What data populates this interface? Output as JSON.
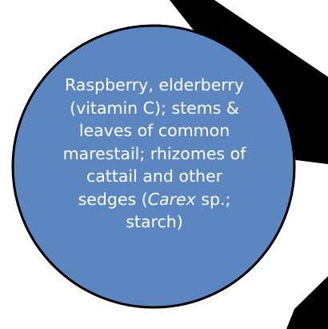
{
  "colors": {
    "circle_fill": "#5b86c0",
    "circle_stroke": "#000000",
    "arrow": "#000000",
    "text": "#ffffff",
    "background": "#ffffff"
  },
  "circle": {
    "lines": [
      "Raspberry, elderberry",
      "(vitamin C); stems &",
      "leaves of common",
      "marestail; rhizomes of",
      "cattail and other"
    ],
    "line6": {
      "before": "sedges (",
      "italic": "Carex",
      "after": " sp.;"
    },
    "line7": "starch)"
  }
}
